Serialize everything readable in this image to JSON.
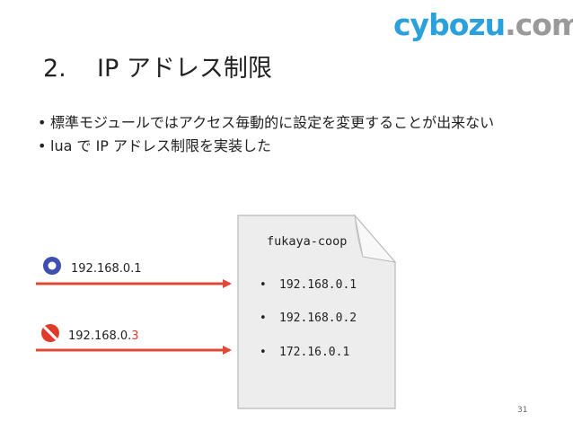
{
  "logo": {
    "part1": "cybozu",
    "part2": ".com"
  },
  "slide": {
    "number": "2.",
    "title": "IP アドレス制限",
    "bullets": [
      "標準モジュールではアクセス毎動的に設定を変更することが出来ない",
      "lua で IP アドレス制限を実装した"
    ]
  },
  "diagram": {
    "file_title": "fukaya-coop",
    "whitelist": [
      "192.168.0.1",
      "192.168.0.2",
      "172.16.0.1"
    ],
    "clients": [
      {
        "ip": "192.168.0.1",
        "ip_prefix": "192.168.0.1",
        "ip_suffix": "",
        "status_icon": "allowed-circle-icon",
        "color": "#3f4fb0"
      },
      {
        "ip": "192.168.0.3",
        "ip_prefix": "192.168.0.",
        "ip_suffix": "3",
        "status_icon": "forbidden-icon",
        "color": "#e03a2a"
      }
    ],
    "arrow_color": "#e04a35"
  },
  "page_number": "31"
}
